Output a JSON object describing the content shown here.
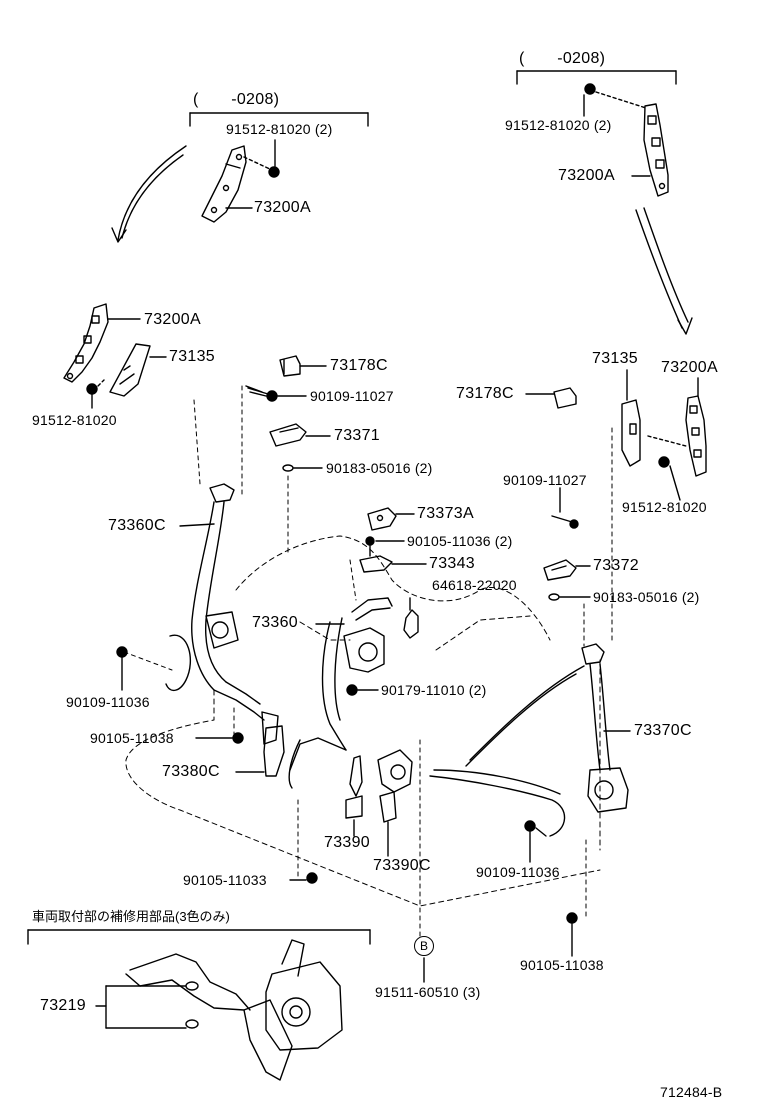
{
  "range_top_left": "(　　-0208)",
  "range_top_right": "(　　-0208)",
  "parts": {
    "p_91512_81020_2_left": "91512-81020 (2)",
    "p_73200a_top_left": "73200A",
    "p_91512_81020_2_right": "91512-81020 (2)",
    "p_73200a_top_right": "73200A",
    "p_73200a_mid_left": "73200A",
    "p_73135_left": "73135",
    "p_91512_81020_left": "91512-81020",
    "p_73178c_center": "73178C",
    "p_90109_11027_center": "90109-11027",
    "p_73371": "73371",
    "p_90183_05016_center": "90183-05016 (2)",
    "p_73178c_right": "73178C",
    "p_73135_right": "73135",
    "p_73200a_mid_right": "73200A",
    "p_90109_11027_right": "90109-11027",
    "p_91512_81020_right": "91512-81020",
    "p_73360c": "73360C",
    "p_73373a": "73373A",
    "p_90105_11036_2": "90105-11036 (2)",
    "p_73343": "73343",
    "p_73372": "73372",
    "p_64618_22020": "64618-22020",
    "p_90183_05016_right": "90183-05016 (2)",
    "p_73360": "73360",
    "p_90179_11010": "90179-11010 (2)",
    "p_73370c": "73370C",
    "p_90109_11036_left": "90109-11036",
    "p_90105_11038_left": "90105-11038",
    "p_73380c": "73380C",
    "p_73390": "73390",
    "p_73390c": "73390C",
    "p_90109_11036_right": "90109-11036",
    "p_90105_11033": "90105-11033",
    "p_90105_11038_right": "90105-11038",
    "p_91511_60510": "91511-60510 (3)",
    "p_73219": "73219"
  },
  "callout_b": "B",
  "note_jp": "車両取付部の補修用部品(3色のみ)",
  "illustration_id": "712484-B",
  "colors": {
    "ink": "#000000",
    "paper": "#ffffff"
  }
}
